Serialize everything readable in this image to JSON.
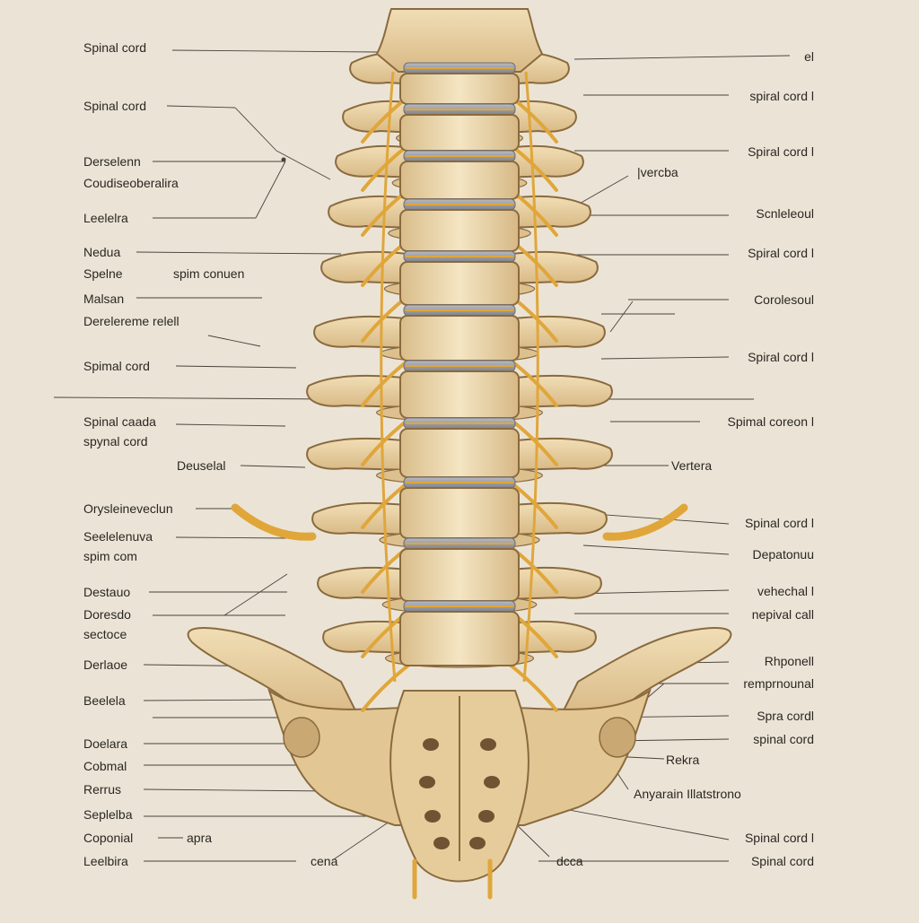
{
  "colors": {
    "background": "#ebe4d6",
    "bone": "#e6cfa1",
    "bone_shadow": "#c9a874",
    "bone_outline": "#8a6a3e",
    "disc": "#9ea0a6",
    "nerve": "#e0a63a",
    "leader": "#4a423a"
  },
  "labels_left": [
    "Spinal cord",
    "Spinal cord",
    "Derselenn",
    "Coudiseoberalira",
    "Leelelra",
    "Nedua",
    "Spelne",
    "spim conuen",
    "Malsan",
    "Derelereme relell",
    "Spimal cord",
    "Spinal caada",
    "spynal cord",
    "Deuselal",
    "Orysleineveclun",
    "Seelelenuva",
    "spim com",
    "Destauo",
    "Doresdo",
    "sectoce",
    "Derlaoe",
    "Beelela",
    "Doelara",
    "Cobmal",
    "Rerrus",
    "Seplelba",
    "Coponial",
    "apra",
    "Leelbira",
    "cena"
  ],
  "labels_right": [
    "el",
    "spiral cord l",
    "Spiral cord l",
    "|vercba",
    "Scnleleoul",
    "Spiral cord l",
    "Corolesoul",
    "Spiral cord l",
    "Spimal coreon l",
    "Vertera",
    "Spinal cord l",
    "Depatonuu",
    "vehechal l",
    "nepival call",
    "Rhponell",
    "remprnounal",
    "Spra cordl",
    "spinal cord",
    "Rekra",
    "Anyarain Illatstrono",
    "Spinal cord l",
    "dcca",
    "Spinal cord"
  ]
}
